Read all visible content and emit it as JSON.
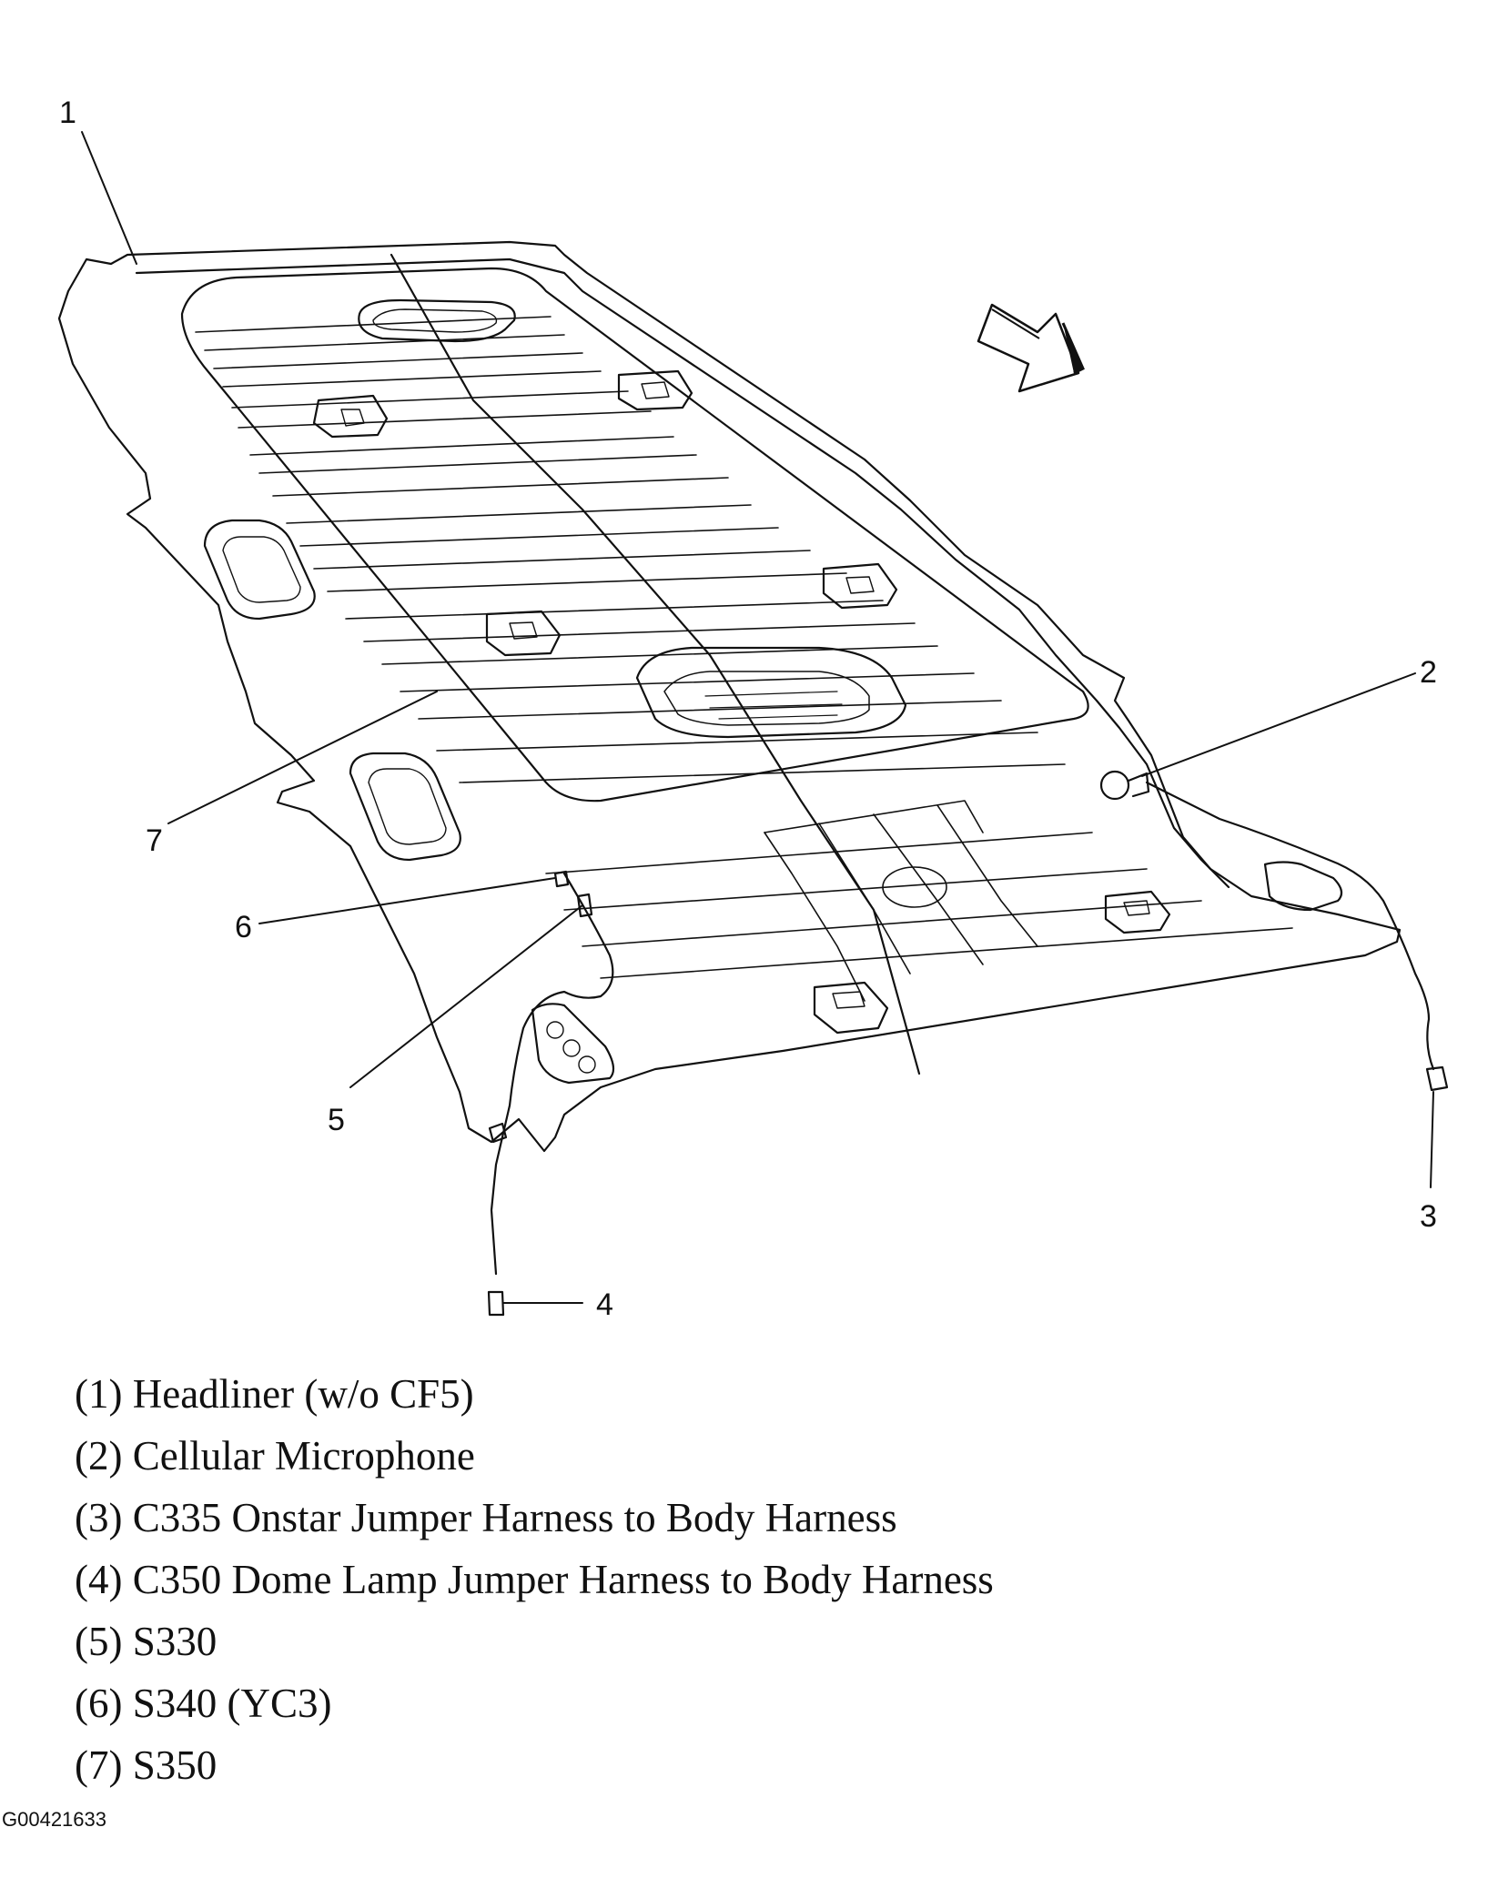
{
  "callouts": {
    "c1": "1",
    "c2": "2",
    "c3": "3",
    "c4": "4",
    "c5": "5",
    "c6": "6",
    "c7": "7"
  },
  "legend": [
    "(1) Headliner (w/o CF5)",
    "(2) Cellular Microphone",
    "(3) C335 Onstar Jumper Harness to Body Harness",
    "(4) C350 Dome Lamp Jumper Harness to Body Harness",
    "(5) S330",
    "(6) S340 (YC3)",
    "(7) S350"
  ],
  "figure_id": "G00421633",
  "icons": {
    "direction_arrow": "forward-arrow-icon"
  },
  "colors": {
    "line": "#111111",
    "background": "#ffffff"
  }
}
